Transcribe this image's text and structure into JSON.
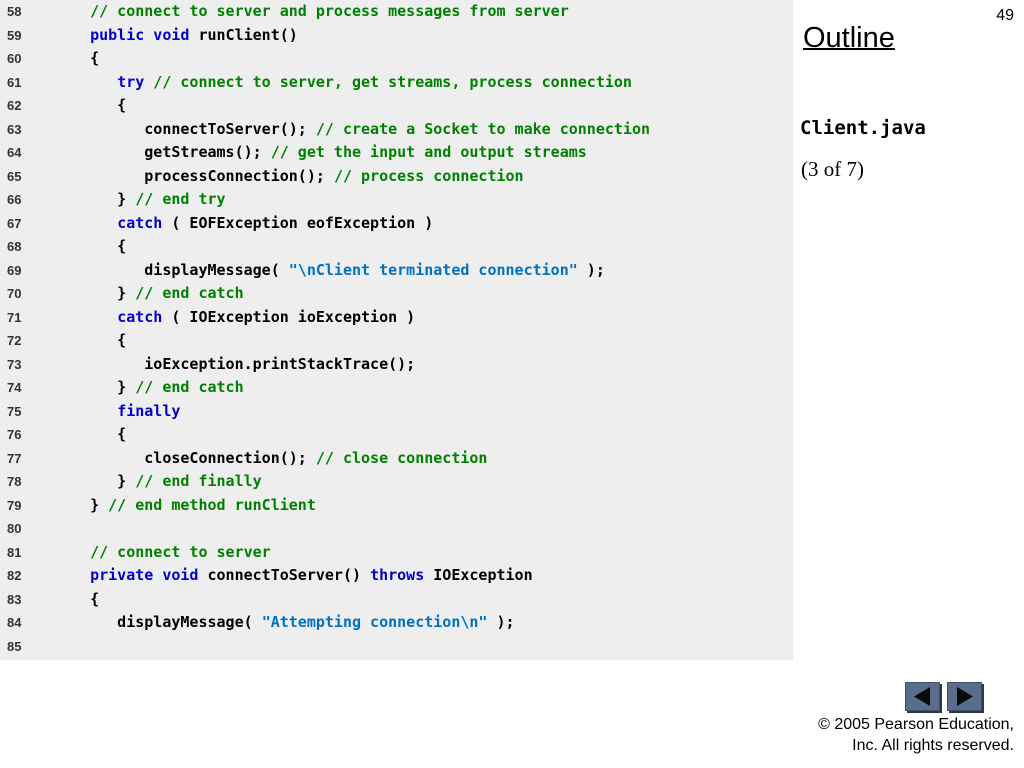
{
  "slide_number": "49",
  "outline": {
    "title": "Outline",
    "file": "Client.java",
    "part": "(3 of 7)"
  },
  "code_lines": [
    {
      "num": "58",
      "parts": [
        {
          "t": "   // connect to server and process messages from server",
          "c": "cm"
        }
      ]
    },
    {
      "num": "59",
      "parts": [
        {
          "t": "   ",
          "c": ""
        },
        {
          "t": "public void",
          "c": "kw"
        },
        {
          "t": " runClient()",
          "c": ""
        }
      ]
    },
    {
      "num": "60",
      "parts": [
        {
          "t": "   {",
          "c": ""
        }
      ]
    },
    {
      "num": "61",
      "parts": [
        {
          "t": "      ",
          "c": ""
        },
        {
          "t": "try",
          "c": "kw"
        },
        {
          "t": " // connect to server, get streams, process connection",
          "c": "cm"
        }
      ]
    },
    {
      "num": "62",
      "parts": [
        {
          "t": "      {",
          "c": ""
        }
      ]
    },
    {
      "num": "63",
      "parts": [
        {
          "t": "         connectToServer(); ",
          "c": ""
        },
        {
          "t": "// create a Socket to make connection",
          "c": "cm"
        }
      ]
    },
    {
      "num": "64",
      "parts": [
        {
          "t": "         getStreams(); ",
          "c": ""
        },
        {
          "t": "// get the input and output streams",
          "c": "cm"
        }
      ]
    },
    {
      "num": "65",
      "parts": [
        {
          "t": "         processConnection(); ",
          "c": ""
        },
        {
          "t": "// process connection",
          "c": "cm"
        }
      ]
    },
    {
      "num": "66",
      "parts": [
        {
          "t": "      } ",
          "c": ""
        },
        {
          "t": "// end try",
          "c": "cm"
        }
      ]
    },
    {
      "num": "67",
      "parts": [
        {
          "t": "      ",
          "c": ""
        },
        {
          "t": "catch",
          "c": "kw"
        },
        {
          "t": " ( EOFException eofException )",
          "c": ""
        }
      ]
    },
    {
      "num": "68",
      "parts": [
        {
          "t": "      {",
          "c": ""
        }
      ]
    },
    {
      "num": "69",
      "parts": [
        {
          "t": "         displayMessage( ",
          "c": ""
        },
        {
          "t": "\"\\nClient terminated connection\"",
          "c": "st"
        },
        {
          "t": " );",
          "c": ""
        }
      ]
    },
    {
      "num": "70",
      "parts": [
        {
          "t": "      } ",
          "c": ""
        },
        {
          "t": "// end catch",
          "c": "cm"
        }
      ]
    },
    {
      "num": "71",
      "parts": [
        {
          "t": "      ",
          "c": ""
        },
        {
          "t": "catch",
          "c": "kw"
        },
        {
          "t": " ( IOException ioException )",
          "c": ""
        }
      ]
    },
    {
      "num": "72",
      "parts": [
        {
          "t": "      {",
          "c": ""
        }
      ]
    },
    {
      "num": "73",
      "parts": [
        {
          "t": "         ioException.printStackTrace();",
          "c": ""
        }
      ]
    },
    {
      "num": "74",
      "parts": [
        {
          "t": "      } ",
          "c": ""
        },
        {
          "t": "// end catch",
          "c": "cm"
        }
      ]
    },
    {
      "num": "75",
      "parts": [
        {
          "t": "      ",
          "c": ""
        },
        {
          "t": "finally",
          "c": "kw"
        }
      ]
    },
    {
      "num": "76",
      "parts": [
        {
          "t": "      {",
          "c": ""
        }
      ]
    },
    {
      "num": "77",
      "parts": [
        {
          "t": "         closeConnection(); ",
          "c": ""
        },
        {
          "t": "// close connection",
          "c": "cm"
        }
      ]
    },
    {
      "num": "78",
      "parts": [
        {
          "t": "      } ",
          "c": ""
        },
        {
          "t": "// end finally",
          "c": "cm"
        }
      ]
    },
    {
      "num": "79",
      "parts": [
        {
          "t": "   } ",
          "c": ""
        },
        {
          "t": "// end method runClient",
          "c": "cm"
        }
      ]
    },
    {
      "num": "80",
      "parts": [
        {
          "t": "",
          "c": ""
        }
      ]
    },
    {
      "num": "81",
      "parts": [
        {
          "t": "   // connect to server",
          "c": "cm"
        }
      ]
    },
    {
      "num": "82",
      "parts": [
        {
          "t": "   ",
          "c": ""
        },
        {
          "t": "private void",
          "c": "kw"
        },
        {
          "t": " connectToServer() ",
          "c": ""
        },
        {
          "t": "throws",
          "c": "kw"
        },
        {
          "t": " IOException",
          "c": ""
        }
      ]
    },
    {
      "num": "83",
      "parts": [
        {
          "t": "   {",
          "c": ""
        }
      ]
    },
    {
      "num": "84",
      "parts": [
        {
          "t": "      displayMessage( ",
          "c": ""
        },
        {
          "t": "\"Attempting connection\\n\"",
          "c": "st"
        },
        {
          "t": " );",
          "c": ""
        }
      ]
    },
    {
      "num": "85",
      "parts": [
        {
          "t": "",
          "c": ""
        }
      ]
    }
  ],
  "nav": {
    "prev_icon": "triangle-left-icon",
    "next_icon": "triangle-right-icon"
  },
  "copyright": {
    "line1": "©  2005 Pearson Education,",
    "line2": "Inc.  All rights reserved."
  },
  "colors": {
    "keyword": "#0000cc",
    "comment": "#008000",
    "string": "#0070c0",
    "code_background": "#eeeeee",
    "nav_button": "#5a6e8c"
  }
}
